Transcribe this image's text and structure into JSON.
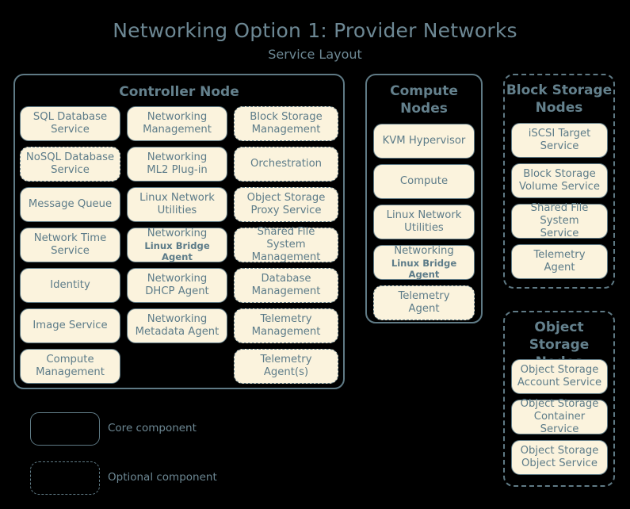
{
  "header": {
    "title": "Networking Option 1: Provider Networks",
    "subtitle": "Service Layout"
  },
  "colors": {
    "background": "#000000",
    "text": "#5f7a85",
    "box_fill": "#fbf3dd",
    "border": "#5f7a85",
    "title": "#6d8894"
  },
  "controller_node": {
    "title": "Controller Node",
    "optional": false,
    "columns": [
      {
        "items": [
          {
            "label": "SQL Database Service",
            "lines": [
              "SQL Database",
              "Service"
            ],
            "optional": false
          },
          {
            "label": "NoSQL Database Service",
            "lines": [
              "NoSQL Database",
              "Service"
            ],
            "optional": true
          },
          {
            "label": "Message Queue",
            "lines": [
              "Message Queue"
            ],
            "optional": false
          },
          {
            "label": "Network Time Service",
            "lines": [
              "Network Time",
              "Service"
            ],
            "optional": false
          },
          {
            "label": "Identity",
            "lines": [
              "Identity"
            ],
            "optional": false
          },
          {
            "label": "Image Service",
            "lines": [
              "Image Service"
            ],
            "optional": false
          },
          {
            "label": "Compute Management",
            "lines": [
              "Compute",
              "Management"
            ],
            "optional": false
          }
        ]
      },
      {
        "items": [
          {
            "label": "Networking Management",
            "lines": [
              "Networking",
              "Management"
            ],
            "optional": false
          },
          {
            "label": "Networking ML2 Plug-in",
            "lines": [
              "Networking",
              "ML2 Plug-in"
            ],
            "optional": false
          },
          {
            "label": "Linux Network Utilities",
            "lines": [
              "Linux Network",
              "Utilities"
            ],
            "optional": false
          },
          {
            "label": "Networking Linux Bridge Agent",
            "lines": [
              "Networking",
              "Linux Bridge Agent"
            ],
            "optional": false,
            "sub": true
          },
          {
            "label": "Networking DHCP Agent",
            "lines": [
              "Networking",
              "DHCP Agent"
            ],
            "optional": false
          },
          {
            "label": "Networking Metadata Agent",
            "lines": [
              "Networking",
              "Metadata Agent"
            ],
            "optional": false
          }
        ]
      },
      {
        "items": [
          {
            "label": "Block Storage Management",
            "lines": [
              "Block Storage",
              "Management"
            ],
            "optional": true
          },
          {
            "label": "Orchestration",
            "lines": [
              "Orchestration"
            ],
            "optional": true
          },
          {
            "label": "Object Storage Proxy Service",
            "lines": [
              "Object Storage",
              "Proxy Service"
            ],
            "optional": true
          },
          {
            "label": "Shared File System Management",
            "lines": [
              "Shared File System",
              "Management"
            ],
            "optional": true
          },
          {
            "label": "Database Management",
            "lines": [
              "Database",
              "Management"
            ],
            "optional": true
          },
          {
            "label": "Telemetry Management",
            "lines": [
              "Telemetry",
              "Management"
            ],
            "optional": true
          },
          {
            "label": "Telemetry Agent(s)",
            "lines": [
              "Telemetry",
              "Agent(s)"
            ],
            "optional": true
          }
        ]
      }
    ]
  },
  "compute_nodes": {
    "title": "Compute\nNodes",
    "title_lines": [
      "Compute",
      "Nodes"
    ],
    "optional": false,
    "items": [
      {
        "label": "KVM Hypervisor",
        "lines": [
          "KVM Hypervisor"
        ],
        "optional": false
      },
      {
        "label": "Compute",
        "lines": [
          "Compute"
        ],
        "optional": false
      },
      {
        "label": "Linux Network Utilities",
        "lines": [
          "Linux Network",
          "Utilities"
        ],
        "optional": false
      },
      {
        "label": "Networking Linux Bridge Agent",
        "lines": [
          "Networking",
          "Linux Bridge Agent"
        ],
        "optional": false,
        "sub": true
      },
      {
        "label": "Telemetry Agent",
        "lines": [
          "Telemetry",
          "Agent"
        ],
        "optional": true
      }
    ]
  },
  "block_storage_nodes": {
    "title_lines": [
      "Block Storage",
      "Nodes"
    ],
    "optional": true,
    "items": [
      {
        "label": "iSCSI Target Service",
        "lines": [
          "iSCSI Target",
          "Service"
        ],
        "optional": false
      },
      {
        "label": "Block Storage Volume Service",
        "lines": [
          "Block Storage",
          "Volume Service"
        ],
        "optional": false
      },
      {
        "label": "Shared File System Service",
        "lines": [
          "Shared File System",
          "Service"
        ],
        "optional": false
      },
      {
        "label": "Telemetry Agent",
        "lines": [
          "Telemetry",
          "Agent"
        ],
        "optional": false
      }
    ]
  },
  "object_storage_nodes": {
    "title_lines": [
      "Object",
      "Storage Nodes"
    ],
    "optional": true,
    "items": [
      {
        "label": "Object Storage Account Service",
        "lines": [
          "Object Storage",
          "Account Service"
        ],
        "optional": false
      },
      {
        "label": "Object Storage Container Service",
        "lines": [
          "Object Storage",
          "Container Service"
        ],
        "optional": false
      },
      {
        "label": "Object Storage Object Service",
        "lines": [
          "Object Storage",
          "Object Service"
        ],
        "optional": false
      }
    ]
  },
  "legend": {
    "items": [
      {
        "label": "Core component",
        "optional": false
      },
      {
        "label": "Optional component",
        "optional": true
      }
    ]
  }
}
